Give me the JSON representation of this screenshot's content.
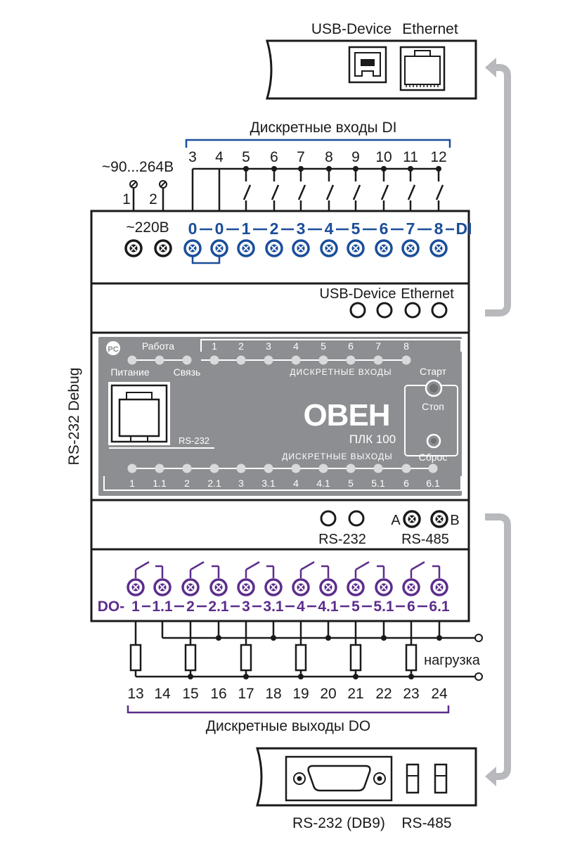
{
  "top_module": {
    "usb_label": "USB-Device",
    "eth_label": "Ethernet"
  },
  "inputs": {
    "title": "Дискретные входы DI",
    "terminals": [
      "3",
      "4",
      "5",
      "6",
      "7",
      "8",
      "9",
      "10",
      "11",
      "12"
    ],
    "row_labels": [
      "0",
      "0",
      "1",
      "2",
      "3",
      "4",
      "5",
      "6",
      "7",
      "8"
    ],
    "suffix": "DI"
  },
  "power": {
    "range": "~90...264В",
    "terminals": [
      "1",
      "2"
    ],
    "label": "~220В"
  },
  "ports_panel": {
    "usb_label": "USB-Device",
    "eth_label": "Ethernet"
  },
  "front_panel": {
    "led_work": "Работа",
    "led_power": "Питание",
    "led_link": "Связь",
    "rs232_jack_label": "RS-232",
    "di_numbers": [
      "1",
      "2",
      "3",
      "4",
      "5",
      "6",
      "7",
      "8"
    ],
    "di_caption": "ДИСКРЕТНЫЕ ВХОДЫ",
    "start_label": "Старт",
    "stop_label": "Стоп",
    "reset_label": "Сброс",
    "brand": "ОВЕН",
    "model": "ПЛК 100",
    "do_caption": "ДИСКРЕТНЫЕ ВЫХОДЫ",
    "do_numbers": [
      "1",
      "1.1",
      "2",
      "2.1",
      "3",
      "3.1",
      "4",
      "4.1",
      "5",
      "5.1",
      "6",
      "6.1"
    ]
  },
  "side_label": "RS-232 Debug",
  "comm_panel": {
    "rs232_label": "RS-232",
    "rs485_label": "RS-485",
    "a_label": "A",
    "b_label": "B"
  },
  "outputs": {
    "prefix": "DO-",
    "row_labels": [
      "1",
      "1.1",
      "2",
      "2.1",
      "3",
      "3.1",
      "4",
      "4.1",
      "5",
      "5.1",
      "6",
      "6.1"
    ],
    "terminals": [
      "13",
      "14",
      "15",
      "16",
      "17",
      "18",
      "19",
      "20",
      "21",
      "22",
      "23",
      "24"
    ],
    "load_label": "нагрузка",
    "title": "Дискретные выходы DO"
  },
  "bottom_module": {
    "db9_label": "RS-232 (DB9)",
    "rs485_label": "RS-485"
  },
  "colors": {
    "blue": "#1a4e9a",
    "purple": "#5c2d8c",
    "panel": "#8c8e91",
    "gray": "#b7b9bc",
    "black": "#1a1a1a"
  }
}
